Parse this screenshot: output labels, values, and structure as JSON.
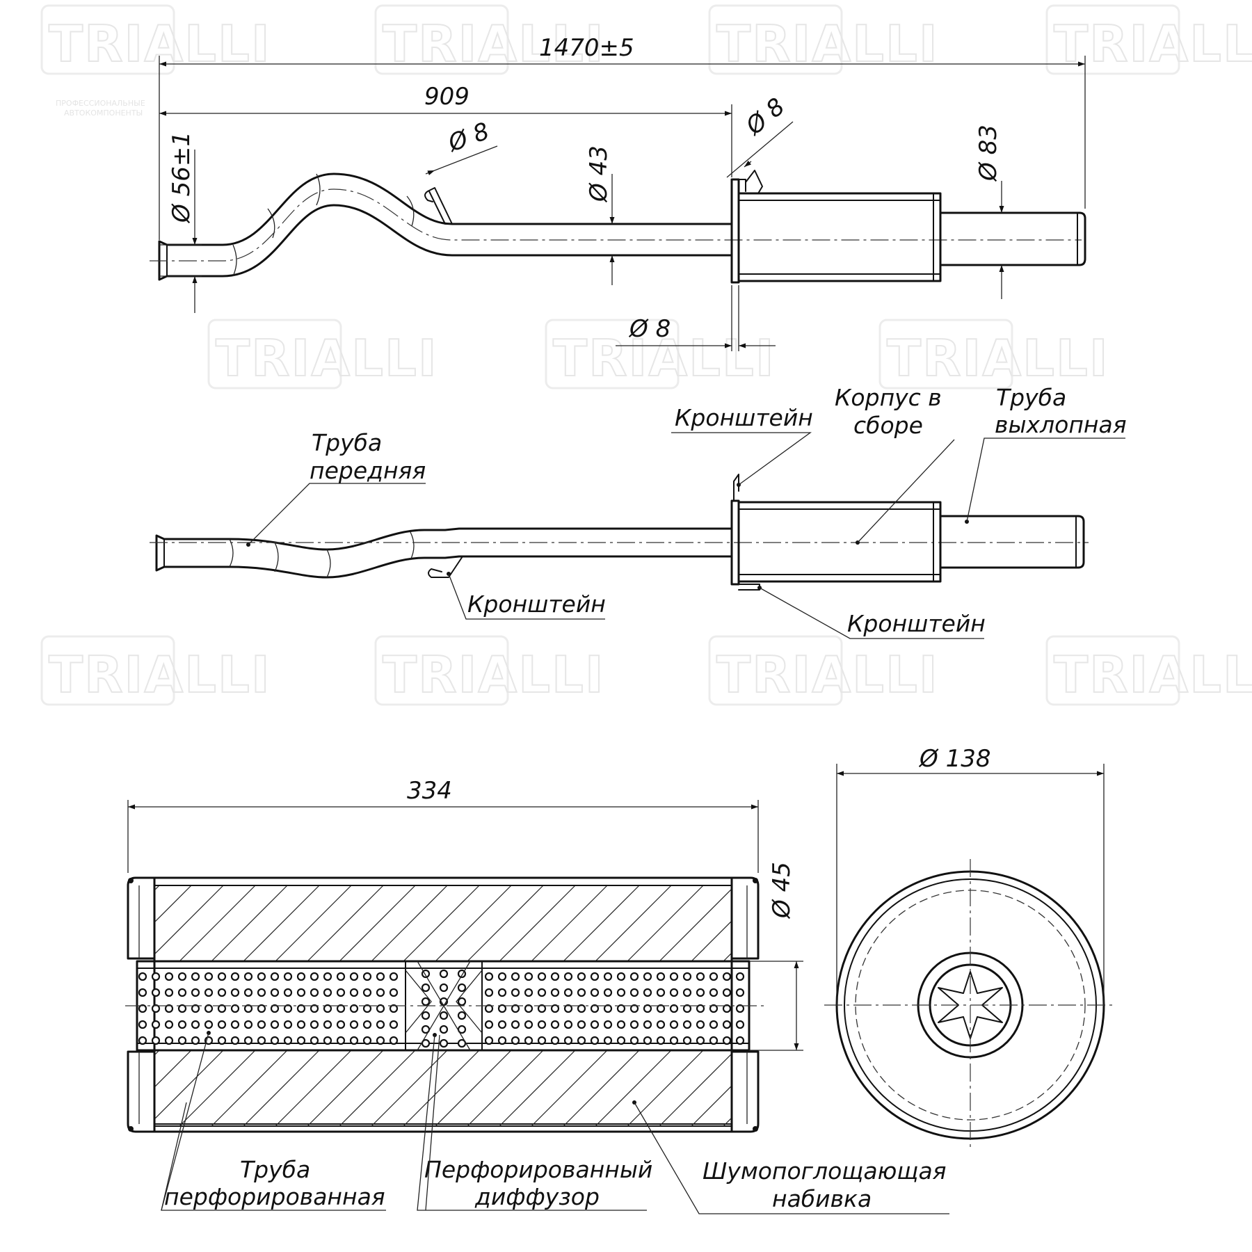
{
  "watermark": {
    "brand": "TRIALLI",
    "tagline_1": "ПРОФЕССИОНАЛЬНЫЕ",
    "tagline_2": "АВТОКОМПОНЕНТЫ"
  },
  "top_view": {
    "dims": {
      "overall_length": "1470±5",
      "length_to_muffler": "909",
      "inlet_diameter": "56±1",
      "pipe_diameter": "43",
      "outlet_diameter": "83",
      "bracket_rod_1": "8",
      "bracket_rod_2": "8",
      "bracket_rod_3": "8"
    }
  },
  "side_view": {
    "labels": {
      "front_pipe_1": "Труба",
      "front_pipe_2": "передняя",
      "bracket_top": "Кронштейн",
      "body_1": "Корпус в",
      "body_2": "сборе",
      "exhaust_1": "Труба",
      "exhaust_2": "выхлопная",
      "bracket_front": "Кронштейн",
      "bracket_rear": "Кронштейн"
    }
  },
  "section_view": {
    "dims": {
      "body_length": "334",
      "perforated_pipe_diameter": "45",
      "body_diameter": "138"
    },
    "labels": {
      "perf_pipe_1": "Труба",
      "perf_pipe_2": "перфорированная",
      "diffuser_1": "Перфорированный",
      "diffuser_2": "диффузор",
      "packing_1": "Шумопоглощающая",
      "packing_2": "набивка"
    }
  }
}
